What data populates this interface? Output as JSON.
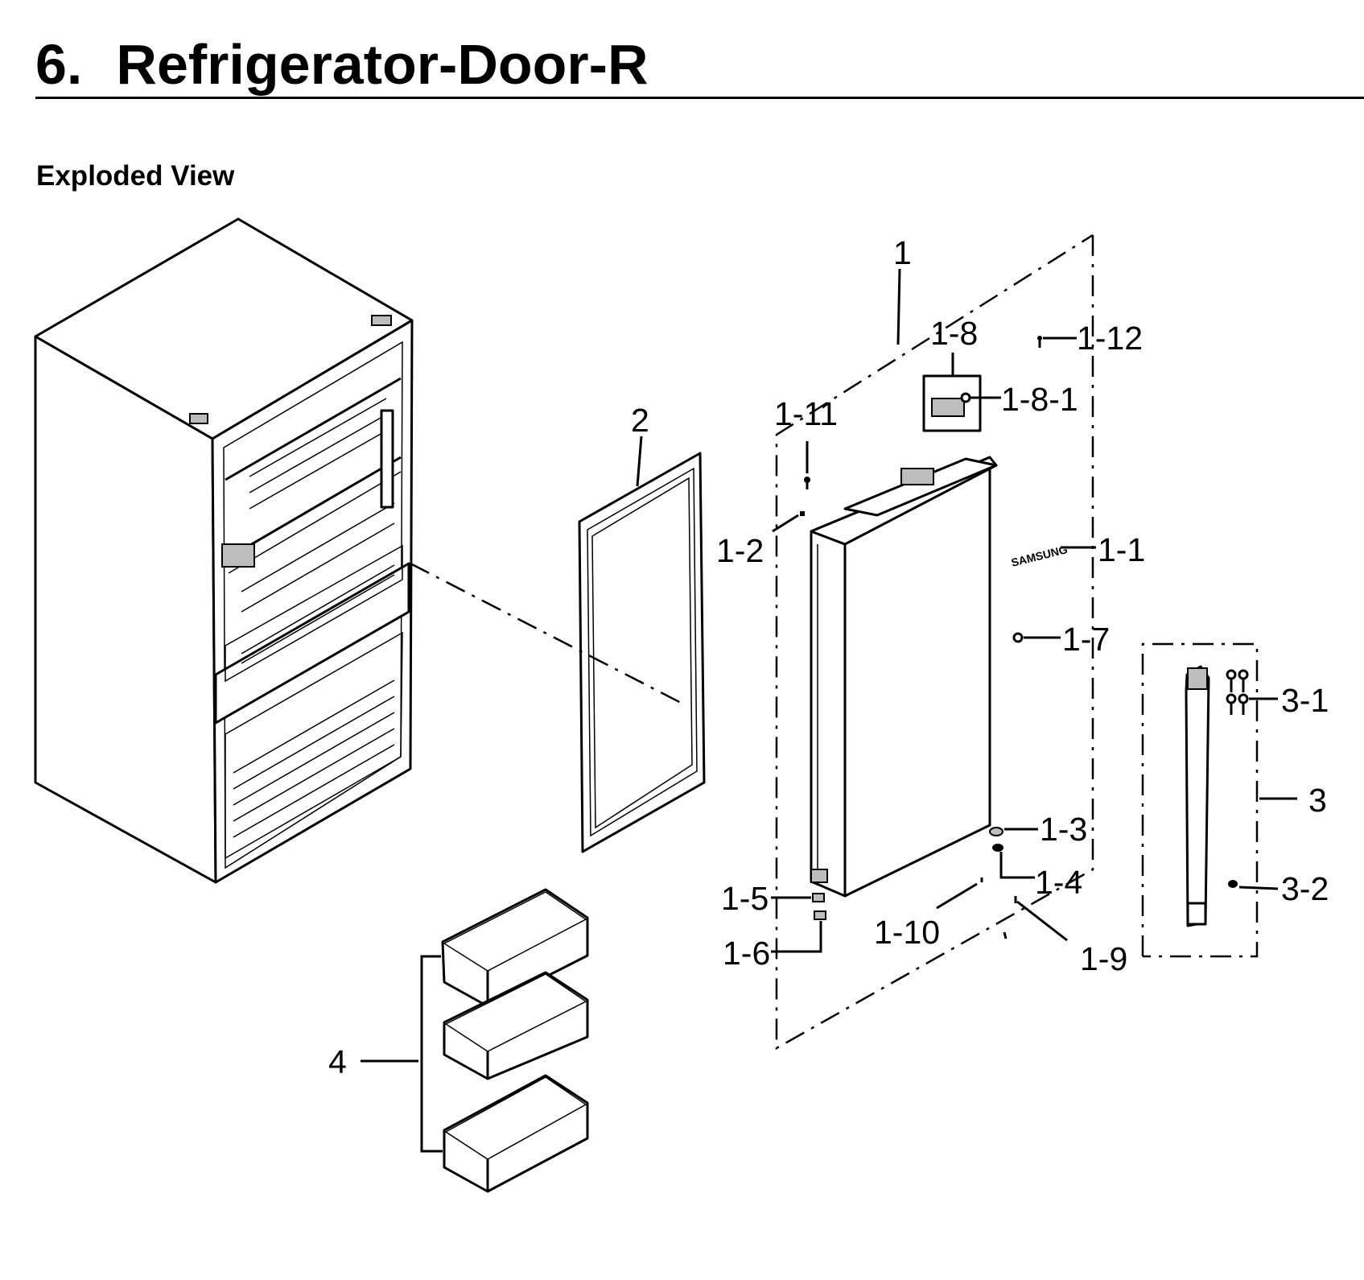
{
  "header": {
    "section_number": "6.",
    "title": "Refrigerator-Door-R",
    "subtitle": "Exploded View"
  },
  "diagram": {
    "callouts": {
      "c1": "1",
      "c1_1": "1-1",
      "c1_2": "1-2",
      "c1_3": "1-3",
      "c1_4": "1-4",
      "c1_5": "1-5",
      "c1_6": "1-6",
      "c1_7": "1-7",
      "c1_8": "1-8",
      "c1_8_1": "1-8-1",
      "c1_9": "1-9",
      "c1_10": "1-10",
      "c1_11": "1-11",
      "c1_12": "1-12",
      "c2": "2",
      "c3": "3",
      "c3_1": "3-1",
      "c3_2": "3-2",
      "c4": "4"
    },
    "logo_text": "SAMSUNG"
  }
}
